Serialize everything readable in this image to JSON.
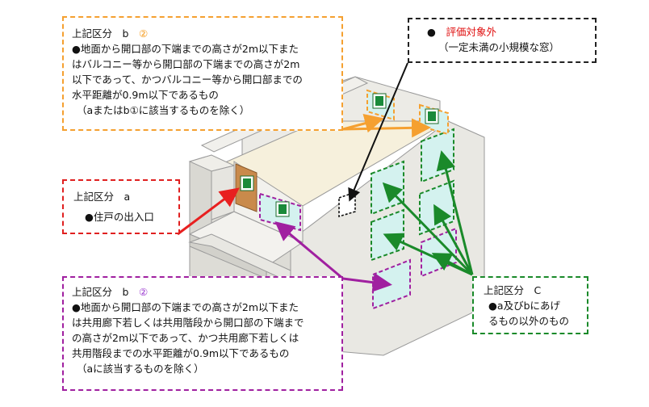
{
  "boxes": {
    "b2_balcony": {
      "title_prefix": "上記区分　b　",
      "title_mark": "②",
      "lines": [
        "●地面から開口部の下端までの高さが2m以下また",
        "はバルコニー等から開口部の下端までの高さが2m",
        "以下であって、かつバルコニー等から開口部までの",
        "水平距離が0.9m以下であるもの",
        "（aまたはb①に該当するものを除く）"
      ]
    },
    "excluded": {
      "bullet": "●",
      "title": "評価対象外",
      "note": "（一定未満の小規模な窓）"
    },
    "a_entrance": {
      "title": "上記区分　a",
      "line": "●住戸の出入口"
    },
    "b2_corridor": {
      "title_prefix": "上記区分　b　",
      "title_mark": "②",
      "lines": [
        "●地面から開口部の下端までの高さが2m以下また",
        "は共用廊下若しくは共用階段から開口部の下端まで",
        "の高さが2m以下であって、かつ共用廊下若しくは",
        "共用階段までの水平距離が0.9m以下であるもの",
        "（aに該当するものを除く）"
      ]
    },
    "c_other": {
      "title": "上記区分　C",
      "lines": [
        "●a及びbにあげ",
        "るもの以外のもの"
      ]
    }
  },
  "colors": {
    "orange": "#f5a030",
    "red": "#e02020",
    "purple": "#a020a0",
    "green": "#1a8a2a",
    "black": "#222222"
  },
  "icons": [
    "cp-mark-icon"
  ]
}
